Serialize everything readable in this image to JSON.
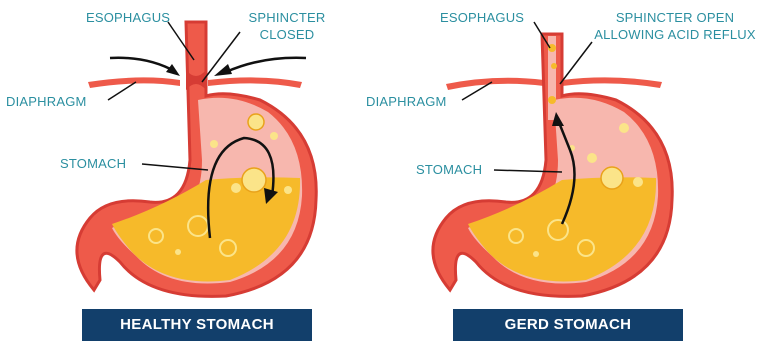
{
  "colors": {
    "stomach_wall": "#ee5a4a",
    "stomach_wall_dark": "#d63c34",
    "stomach_inner": "#f7b7ae",
    "acid": "#f6ba2a",
    "acid_dark": "#e9a21a",
    "bubble": "#fbe489",
    "label": "#2b8fa0",
    "banner_bg": "#123f6b",
    "banner_text": "#ffffff",
    "arrow": "#111111"
  },
  "healthy": {
    "esophagus_label": "ESOPHAGUS",
    "sphincter_label_line1": "SPHINCTER",
    "sphincter_label_line2": "CLOSED",
    "diaphragm_label": "DIAPHRAGM",
    "stomach_label": "STOMACH",
    "banner": "HEALTHY STOMACH"
  },
  "gerd": {
    "esophagus_label": "ESOPHAGUS",
    "sphincter_label_line1": "SPHINCTER OPEN",
    "sphincter_label_line2": "ALLOWING ACID REFLUX",
    "diaphragm_label": "DIAPHRAGM",
    "stomach_label": "STOMACH",
    "banner": "GERD STOMACH"
  }
}
